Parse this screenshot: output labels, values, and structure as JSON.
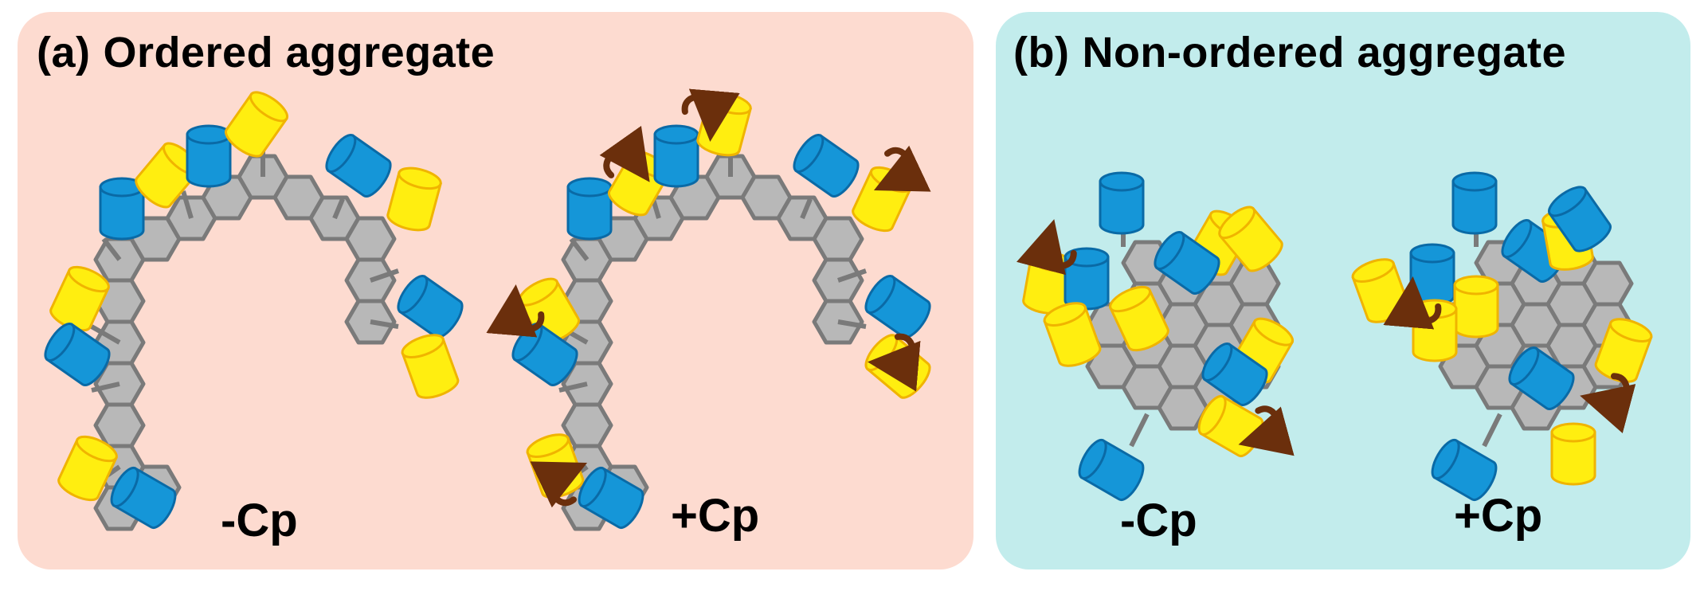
{
  "colors": {
    "panel_a_bg": "#fddbd0",
    "panel_b_bg": "#c2ecec",
    "hexagon_fill": "#b8b8b8",
    "hexagon_stroke": "#7a7a7a",
    "blue_cylinder": "#1596d8",
    "blue_cylinder_edge": "#0a6aa6",
    "yellow_cylinder": "#ffee10",
    "yellow_cylinder_edge": "#f0b400",
    "rotation_arrow": "#6b2f0c"
  },
  "icons": [
    "hexagon-icon",
    "blue-cylinder-icon",
    "yellow-cylinder-icon",
    "rotation-arrow-icon"
  ],
  "panels": [
    {
      "letter": "(a)",
      "title": "Ordered aggregate",
      "conditions": [
        {
          "label": "-Cp"
        },
        {
          "label": "+Cp"
        }
      ]
    },
    {
      "letter": "(b)",
      "title": "Non-ordered aggregate",
      "conditions": [
        {
          "label": "-Cp"
        },
        {
          "label": "+Cp"
        }
      ]
    }
  ]
}
